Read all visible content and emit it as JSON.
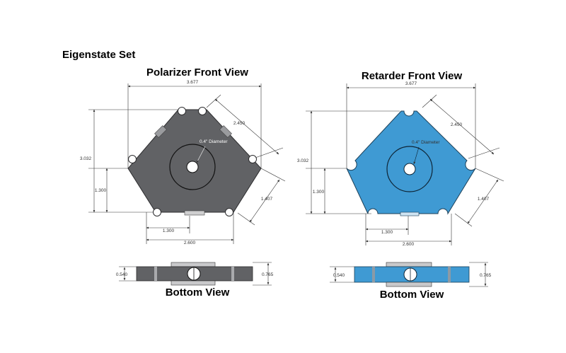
{
  "set_title": "Eigenstate Set",
  "views": {
    "polarizer": {
      "title": "Polarizer Front View",
      "bottom_title": "Bottom View",
      "fill_color": "#616265",
      "dims": {
        "width": "3.677",
        "side": "2.450",
        "height": "3.032",
        "lower_height": "1.300",
        "side_depth": "1.407",
        "half_base": "1.300",
        "base": "2.600",
        "bore": "0.4\" Diameter",
        "thickness_inner": "0.540",
        "thickness": "0.765"
      }
    },
    "retarder": {
      "title": "Retarder Front View",
      "bottom_title": "Bottom View",
      "fill_color": "#3f9ad3",
      "dims": {
        "width": "3.677",
        "side": "2.450",
        "height": "3.032",
        "lower_height": "1.300",
        "side_depth": "1.407",
        "half_base": "1.300",
        "base": "2.600",
        "bore": "0.4\" Diameter",
        "thickness_inner": "0.540",
        "thickness": "0.765"
      }
    }
  }
}
